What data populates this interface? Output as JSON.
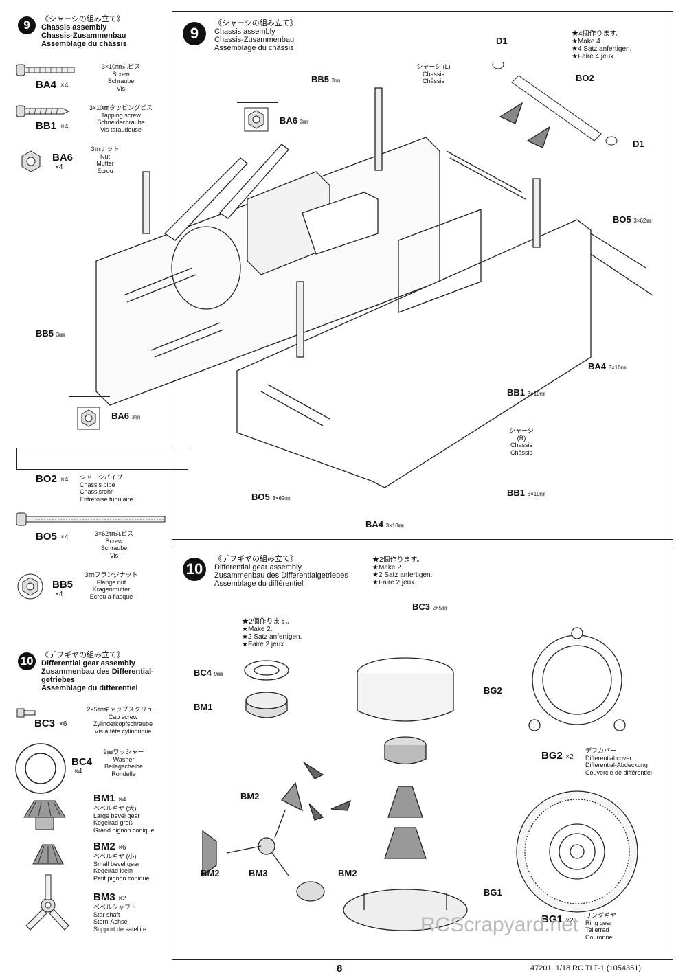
{
  "step9": {
    "number": "9",
    "title_jp": "《シャーシの組み立て》",
    "title_en": "Chassis assembly",
    "title_de": "Chassis-Zusammenbau",
    "title_fr": "Assemblage du châssis"
  },
  "step10": {
    "number": "10",
    "title_jp": "《デフギヤの組み立て》",
    "title_en": "Differential gear assembly",
    "title_de": "Zusammenbau des Differentialgetriebes",
    "title_de_short1": "Zusammenbau des Differential-",
    "title_de_short2": "getriebes",
    "title_fr": "Assemblage du différentiel"
  },
  "parts9": [
    {
      "code": "BA4",
      "qty": "×4",
      "jp": "3×10㎜丸ビス",
      "en": "Screw",
      "de": "Schraube",
      "fr": "Vis"
    },
    {
      "code": "BB1",
      "qty": "×4",
      "jp": "3×10㎜タッピングビス",
      "en": "Tapping screw",
      "de": "Schneidschraube",
      "fr": "Vis taraudeuse"
    },
    {
      "code": "BA6",
      "qty": "×4",
      "jp": "3㎜ナット",
      "en": "Nut",
      "de": "Mutter",
      "fr": "Ecrou"
    },
    {
      "code": "BO2",
      "qty": "×4",
      "jp": "シャーシパイプ",
      "en": "Chassis pipe",
      "de": "Chassisrohr",
      "fr": "Entretoise tubulaire"
    },
    {
      "code": "BO5",
      "qty": "×4",
      "jp": "3×62㎜丸ビス",
      "en": "Screw",
      "de": "Schraube",
      "fr": "Vis"
    },
    {
      "code": "BB5",
      "qty": "×4",
      "jp": "3㎜フランジナット",
      "en": "Flange nut",
      "de": "Kragenmutter",
      "fr": "Ecrou à flasque"
    }
  ],
  "parts10": [
    {
      "code": "BC3",
      "qty": "×6",
      "jp": "2×5㎜キャップスクリュー",
      "en": "Cap screw",
      "de": "Zylinderkopfschraube",
      "fr": "Vis à tête cylindrique"
    },
    {
      "code": "BC4",
      "qty": "×4",
      "jp": "9㎜ワッシャー",
      "en": "Washer",
      "de": "Beilagscheibe",
      "fr": "Rondelle"
    },
    {
      "code": "BM1",
      "qty": "×4",
      "jp": "ベベルギヤ (大)",
      "en": "Large bevel gear",
      "de": "Kegelrad groß",
      "fr": "Grand pignon conique"
    },
    {
      "code": "BM2",
      "qty": "×6",
      "jp": "ベベルギヤ (小)",
      "en": "Small bevel gear",
      "de": "Kegelrad klein",
      "fr": "Petit pignon conique"
    },
    {
      "code": "BM3",
      "qty": "×2",
      "jp": "ベベルシャフト",
      "en": "Star shaft",
      "de": "Stern-Achse",
      "fr": "Support de satellite"
    }
  ],
  "diagram9": {
    "make": [
      "★4個作ります。",
      "★Make 4.",
      "★4 Satz anfertigen.",
      "★Faire 4 jeux."
    ],
    "labels": {
      "d1": "D1",
      "bo2": "BO2",
      "bb5": "BB5",
      "ba6": "BA6",
      "bo5": "BO5",
      "ba4": "BA4",
      "bb1": "BB1",
      "size_3mm": "3㎜",
      "size_3x62": "3×62㎜",
      "size_3x10": "3×10㎜",
      "chassis_l_jp": "シャーシ (L)",
      "chassis_r_jp": "シャーシ (R)",
      "chassis_en": "Chassis",
      "chassis_fr": "Châssis"
    }
  },
  "diagram10": {
    "make_top": [
      "★2個作ります。",
      "★Make 2.",
      "★2 Satz anfertigen.",
      "★Faire 2 jeux."
    ],
    "make_sub": [
      "★2個作ります。",
      "★Make 2.",
      "★2 Satz anfertigen.",
      "★Faire 2 jeux."
    ],
    "labels": {
      "bc3": "BC3",
      "bc3_size": "2×5㎜",
      "bc4": "BC4",
      "bc4_size": "9㎜",
      "bm1": "BM1",
      "bm2": "BM2",
      "bm3": "BM3",
      "bg1": "BG1",
      "bg2": "BG2"
    },
    "bg2": {
      "code": "BG2",
      "qty": "×2",
      "jp": "デフカバー",
      "en": "Differential cover",
      "de": "Differential-Abdeckung",
      "fr": "Couvercle de différentiel"
    },
    "bg1": {
      "code": "BG1",
      "qty": "×2",
      "jp": "リングギヤ",
      "en": "Ring gear",
      "de": "Tellerrad",
      "fr": "Couronne"
    }
  },
  "footer": {
    "page": "8",
    "ref": "47201  1/18 RC TLT-1 (1054351)"
  },
  "watermark": "RCScrapyard.net"
}
